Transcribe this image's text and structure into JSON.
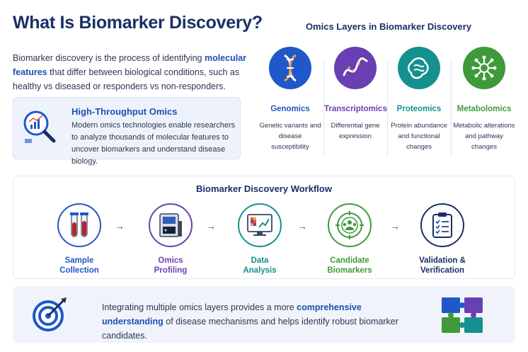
{
  "title": "What Is Biomarker Discovery?",
  "intro": {
    "before": "Biomarker discovery is the process of identifying ",
    "highlight": "molecular features",
    "after": " that differ between biological conditions, such as healthy vs diseased or responders vs non-responders."
  },
  "high_throughput": {
    "title": "High-Throughput Omics",
    "text": "Modern omics technologies enable researchers to analyze thousands of molecular features to uncover biomarkers and understand disease biology."
  },
  "omics": {
    "title": "Omics Layers in Biomarker Discovery",
    "layers": [
      {
        "name": "Genomics",
        "desc": "Genetic variants and disease susceptibility",
        "color": "#1f58c9",
        "icon": "dna-icon"
      },
      {
        "name": "Transcriptomics",
        "desc": "Differential gene expression",
        "color": "#6a3fb3",
        "icon": "rna-strand-icon"
      },
      {
        "name": "Proteomics",
        "desc": "Protein abundance and functional changes",
        "color": "#14908f",
        "icon": "protein-icon"
      },
      {
        "name": "Metabolomics",
        "desc": "Metabolic alterations and pathway changes",
        "color": "#3f9a3a",
        "icon": "molecule-network-icon"
      }
    ]
  },
  "workflow": {
    "title": "Biomarker Discovery Workflow",
    "steps": [
      {
        "label_1": "Sample",
        "label_2": "Collection",
        "color": "#1f58c9",
        "icon": "test-tubes-icon"
      },
      {
        "label_1": "Omics",
        "label_2": "Profiling",
        "color": "#6a3fb3",
        "icon": "sequencer-icon"
      },
      {
        "label_1": "Data",
        "label_2": "Analysis",
        "color": "#14908f",
        "icon": "monitor-chart-icon"
      },
      {
        "label_1": "Candidate",
        "label_2": "Biomarkers",
        "color": "#3f9a3a",
        "icon": "target-group-icon"
      },
      {
        "label_1": "Validation &",
        "label_2": "Verification",
        "color": "#1b2f66",
        "icon": "clipboard-check-icon"
      }
    ],
    "arrow": "→"
  },
  "bottom": {
    "before": "Integrating multiple omics layers provides a more ",
    "highlight": "comprehensive understanding",
    "after": " of disease mechanisms and helps identify robust biomarker candidates."
  }
}
